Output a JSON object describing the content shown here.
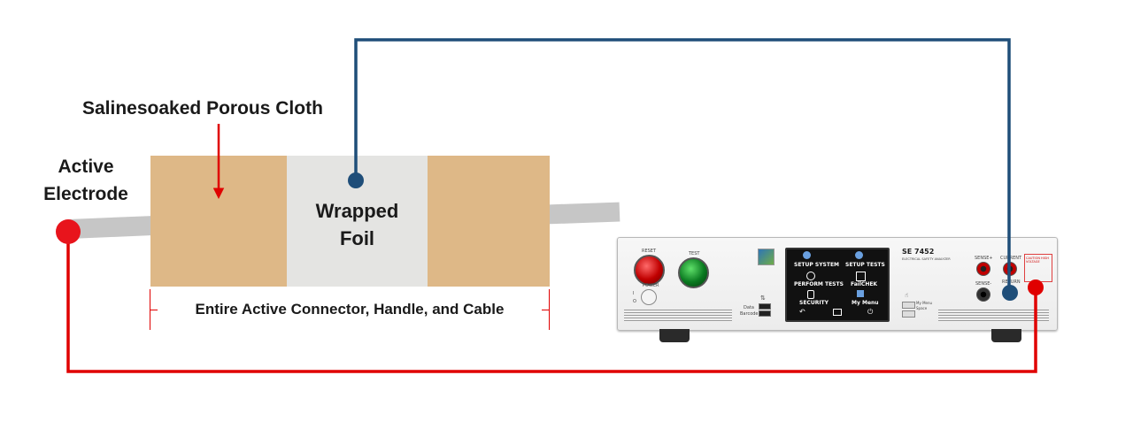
{
  "labels": {
    "cloth": "Salinesoaked Porous Cloth",
    "electrode_line1": "Active",
    "electrode_line2": "Electrode",
    "foil_line1": "Wrapped",
    "foil_line2": "Foil",
    "connector": "Entire Active Connector, Handle, and Cable"
  },
  "analyzer": {
    "model": "SE 7452",
    "subtitle": "ELECTRICAL SAFETY ANALYZER",
    "reset_label": "RESET",
    "test_label": "TEST",
    "power_label": "POWER",
    "power_on": "I",
    "power_off": "O",
    "usb_data": "Data",
    "usb_barcode": "Barcode",
    "menu_my_menu": "My Menu",
    "menu_space": "Space",
    "sense_plus": "SENSE+",
    "current_label": "CURRENT",
    "sense_minus": "SENSE-",
    "return_label": "RETURN",
    "warning_text": "CAUTION HIGH VOLTAGE",
    "screen": {
      "items": [
        "SETUP SYSTEM",
        "SETUP TESTS",
        "PERFORM TESTS",
        "FailCHEK",
        "SECURITY",
        "My Menu"
      ]
    }
  },
  "colors": {
    "cloth": "#deb887",
    "foil": "#e4e4e2",
    "cable": "#c6c6c6",
    "blue_wire": "#1f4e79",
    "red_wire": "#e00000",
    "electrode_dot": "#e8141c"
  }
}
